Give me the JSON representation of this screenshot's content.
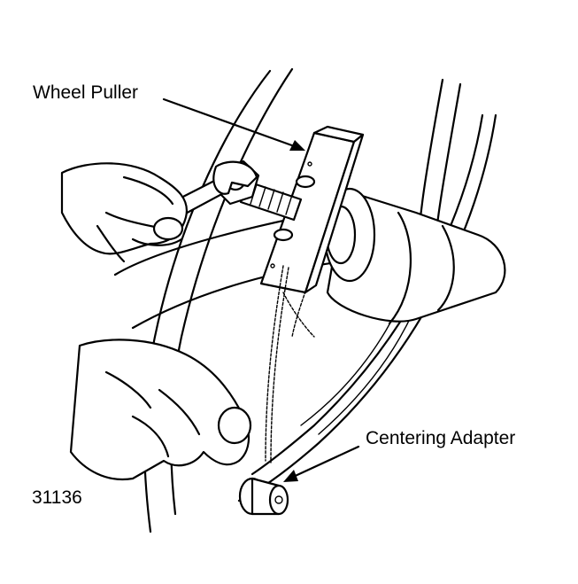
{
  "labels": {
    "wheel_puller": "Wheel Puller",
    "centering_adapter": "Centering Adapter",
    "figure_number": "31136"
  },
  "colors": {
    "ink": "#000000",
    "paper": "#ffffff"
  }
}
